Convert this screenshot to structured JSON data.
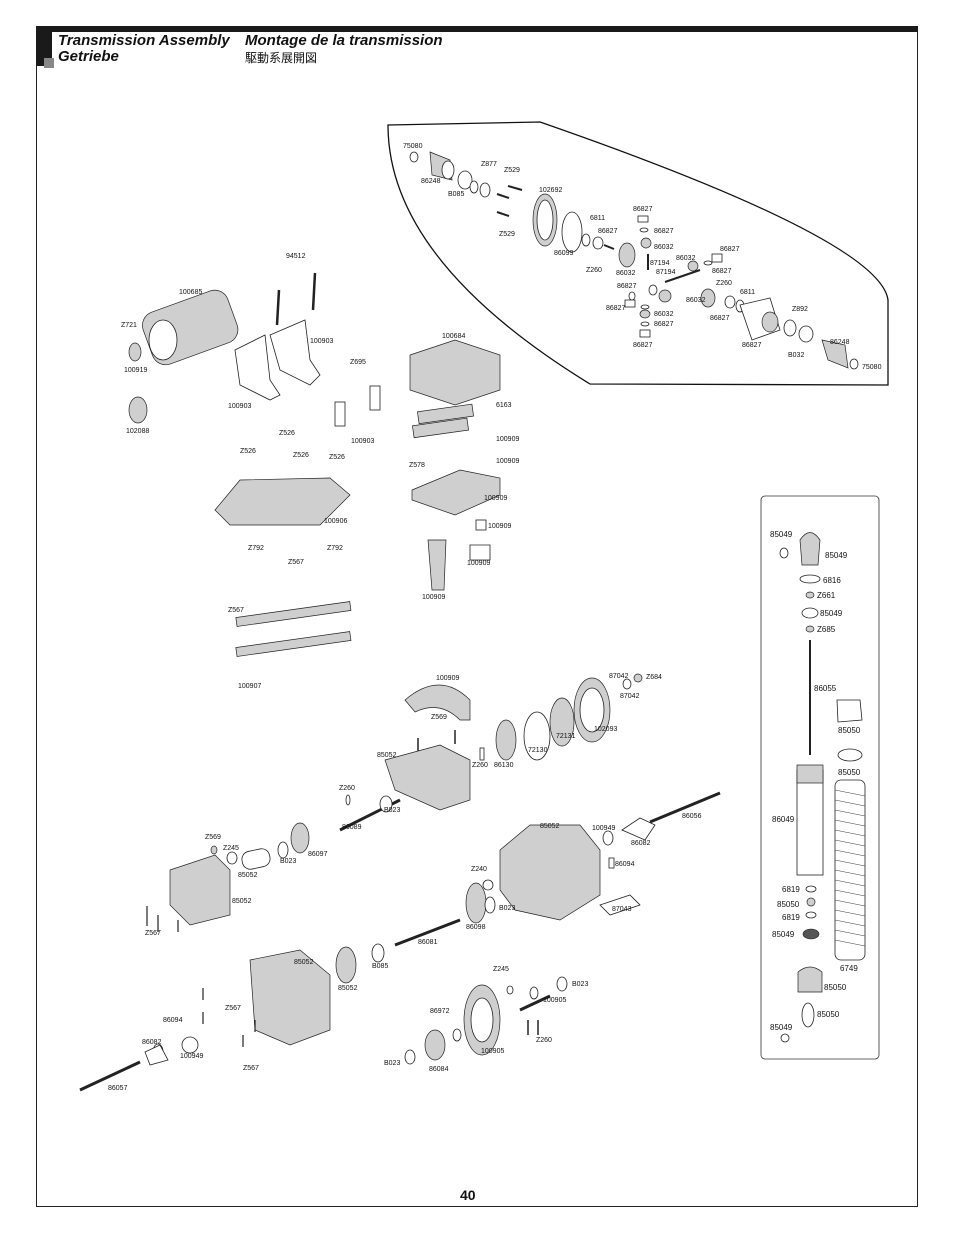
{
  "header": {
    "title_en": "Transmission Assembly",
    "title_de": "Getriebe",
    "title_fr": "Montage de la transmission",
    "title_jp": "駆動系展開図"
  },
  "page_number": "40",
  "labels": {
    "l75080a": "75080",
    "l86248a": "86248",
    "lB085a": "B085",
    "lZ877": "Z877",
    "lZ529a": "Z529",
    "lZ529b": "Z529",
    "l102692": "102692",
    "l86099": "86099",
    "l6811a": "6811",
    "l86827a": "86827",
    "lZ260a": "Z260",
    "l86032a": "86032",
    "l86827b": "86827",
    "l86827c": "86827",
    "l86032b": "86032",
    "l87194a": "87194",
    "l87194b": "87194",
    "l86032c": "86032",
    "l86827d": "86827",
    "l86827e": "86827",
    "l86827f": "86827",
    "l86827g": "86827",
    "l86032d": "86032",
    "l86032e": "86032",
    "l86827h": "86827",
    "l86827i": "86827",
    "lZ260b": "Z260",
    "l6811b": "6811",
    "l86827j": "86827",
    "l86827k": "86827",
    "lZ892": "Z892",
    "lB032": "B032",
    "l86248b": "86248",
    "l75080b": "75080",
    "l94512": "94512",
    "l100685": "100685",
    "lZ721": "Z721",
    "l100919": "100919",
    "l102088": "102088",
    "l100903a": "100903",
    "l100903b": "100903",
    "l100903c": "100903",
    "lZ695": "Z695",
    "lZ526a": "Z526",
    "lZ526b": "Z526",
    "lZ526c": "Z526",
    "lZ526d": "Z526",
    "l100906": "100906",
    "l100684": "100684",
    "l6163": "6163",
    "l100909a": "100909",
    "l100909b": "100909",
    "l100909c": "100909",
    "l100909d": "100909",
    "l100909e": "100909",
    "l100909f": "100909",
    "lZ578": "Z578",
    "lZ792a": "Z792",
    "lZ792b": "Z792",
    "lZ567a": "Z567",
    "lZ567b": "Z567",
    "l100907": "100907",
    "l100909g": "100909",
    "lZ569a": "Z569",
    "l85052a": "85052",
    "lZ260c": "Z260",
    "l86130": "86130",
    "l72130": "72130",
    "l72131": "72131",
    "l102093": "102093",
    "l87042a": "87042",
    "l87042b": "87042",
    "lZ684": "Z684",
    "lZ260d": "Z260",
    "lB023a": "B023",
    "l86089": "86089",
    "lZ569b": "Z569",
    "lZ245a": "Z245",
    "lB023b": "B023",
    "l86097": "86097",
    "l85052b": "85052",
    "l85052c": "85052",
    "lZ567c": "Z567",
    "l85052d": "85052",
    "l100949a": "100949",
    "l86082a": "86082",
    "l86056": "86056",
    "l86094a": "86094",
    "lZ240": "Z240",
    "lB023c": "B023",
    "l86098": "86098",
    "l87043": "87043",
    "l86081": "86081",
    "lB085b": "B085",
    "l85052e": "85052",
    "l85052f": "85052",
    "lZ245b": "Z245",
    "lB023d": "B023",
    "l100905a": "100905",
    "l86972": "86972",
    "l100905b": "100905",
    "lZ260e": "Z260",
    "lB023e": "B023",
    "l86084": "86084",
    "lZ567d": "Z567",
    "l86094b": "86094",
    "l86082b": "86082",
    "l100949b": "100949",
    "lZ567e": "Z567",
    "l86057": "86057",
    "s85049a": "85049",
    "s85049b": "85049",
    "s6816": "6816",
    "sZ661": "Z661",
    "s85049c": "85049",
    "sZ685": "Z685",
    "s86055": "86055",
    "s85050a": "85050",
    "s85050b": "85050",
    "s86049": "86049",
    "s6819a": "6819",
    "s85050c": "85050",
    "s6819b": "6819",
    "s85049d": "85049",
    "s6749": "6749",
    "s85050d": "85050",
    "s85050e": "85050",
    "s85049e": "85049"
  }
}
